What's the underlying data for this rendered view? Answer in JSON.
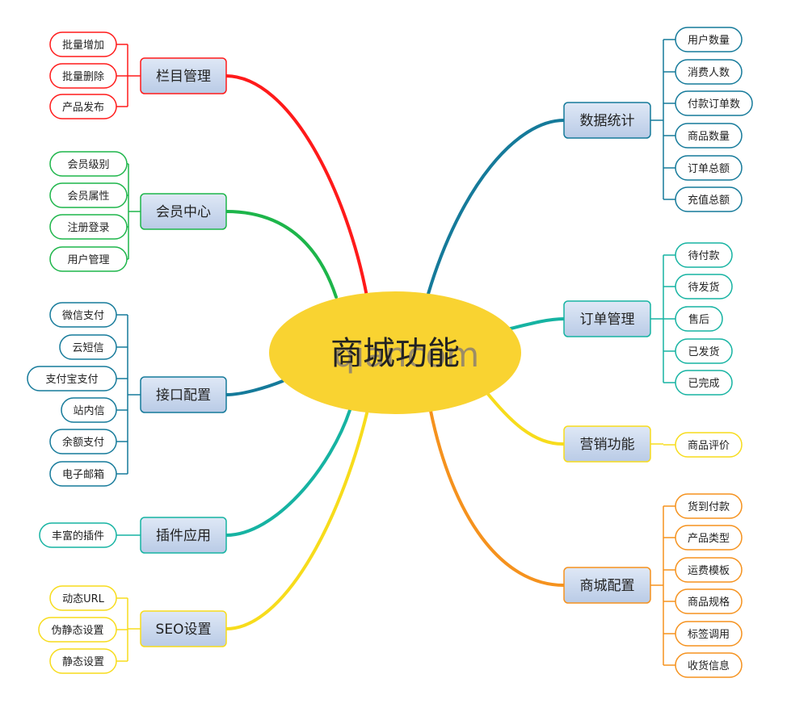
{
  "center": {
    "title": "商城功能",
    "watermark": "qiancom",
    "fill": "#f9d331"
  },
  "branches": [
    {
      "label": "栏目管理",
      "color": "#ff1a1a",
      "items": [
        "批量增加",
        "批量删除",
        "产品发布"
      ]
    },
    {
      "label": "会员中心",
      "color": "#1db54a",
      "items": [
        "会员级别",
        "会员属性",
        "注册登录",
        "用户管理"
      ]
    },
    {
      "label": "接口配置",
      "color": "#157a9a",
      "items": [
        "微信支付",
        "云短信",
        "支付宝支付",
        "站内信",
        "余额支付",
        "电子邮箱"
      ]
    },
    {
      "label": "插件应用",
      "color": "#16b3a2",
      "items": [
        "丰富的插件"
      ]
    },
    {
      "label": "SEO设置",
      "color": "#f7dc1c",
      "items": [
        "动态URL",
        "伪静态设置",
        "静态设置"
      ]
    },
    {
      "label": "数据统计",
      "color": "#157a9a",
      "items": [
        "用户数量",
        "消费人数",
        "付款订单数",
        "商品数量",
        "订单总额",
        "充值总额"
      ]
    },
    {
      "label": "订单管理",
      "color": "#16b3a2",
      "items": [
        "待付款",
        "待发货",
        "售后",
        "已发货",
        "已完成"
      ]
    },
    {
      "label": "营销功能",
      "color": "#f7dc1c",
      "items": [
        "商品评价"
      ]
    },
    {
      "label": "商城配置",
      "color": "#f5921e",
      "items": [
        "货到付款",
        "产品类型",
        "运费模板",
        "商品规格",
        "标签调用",
        "收货信息"
      ]
    }
  ]
}
